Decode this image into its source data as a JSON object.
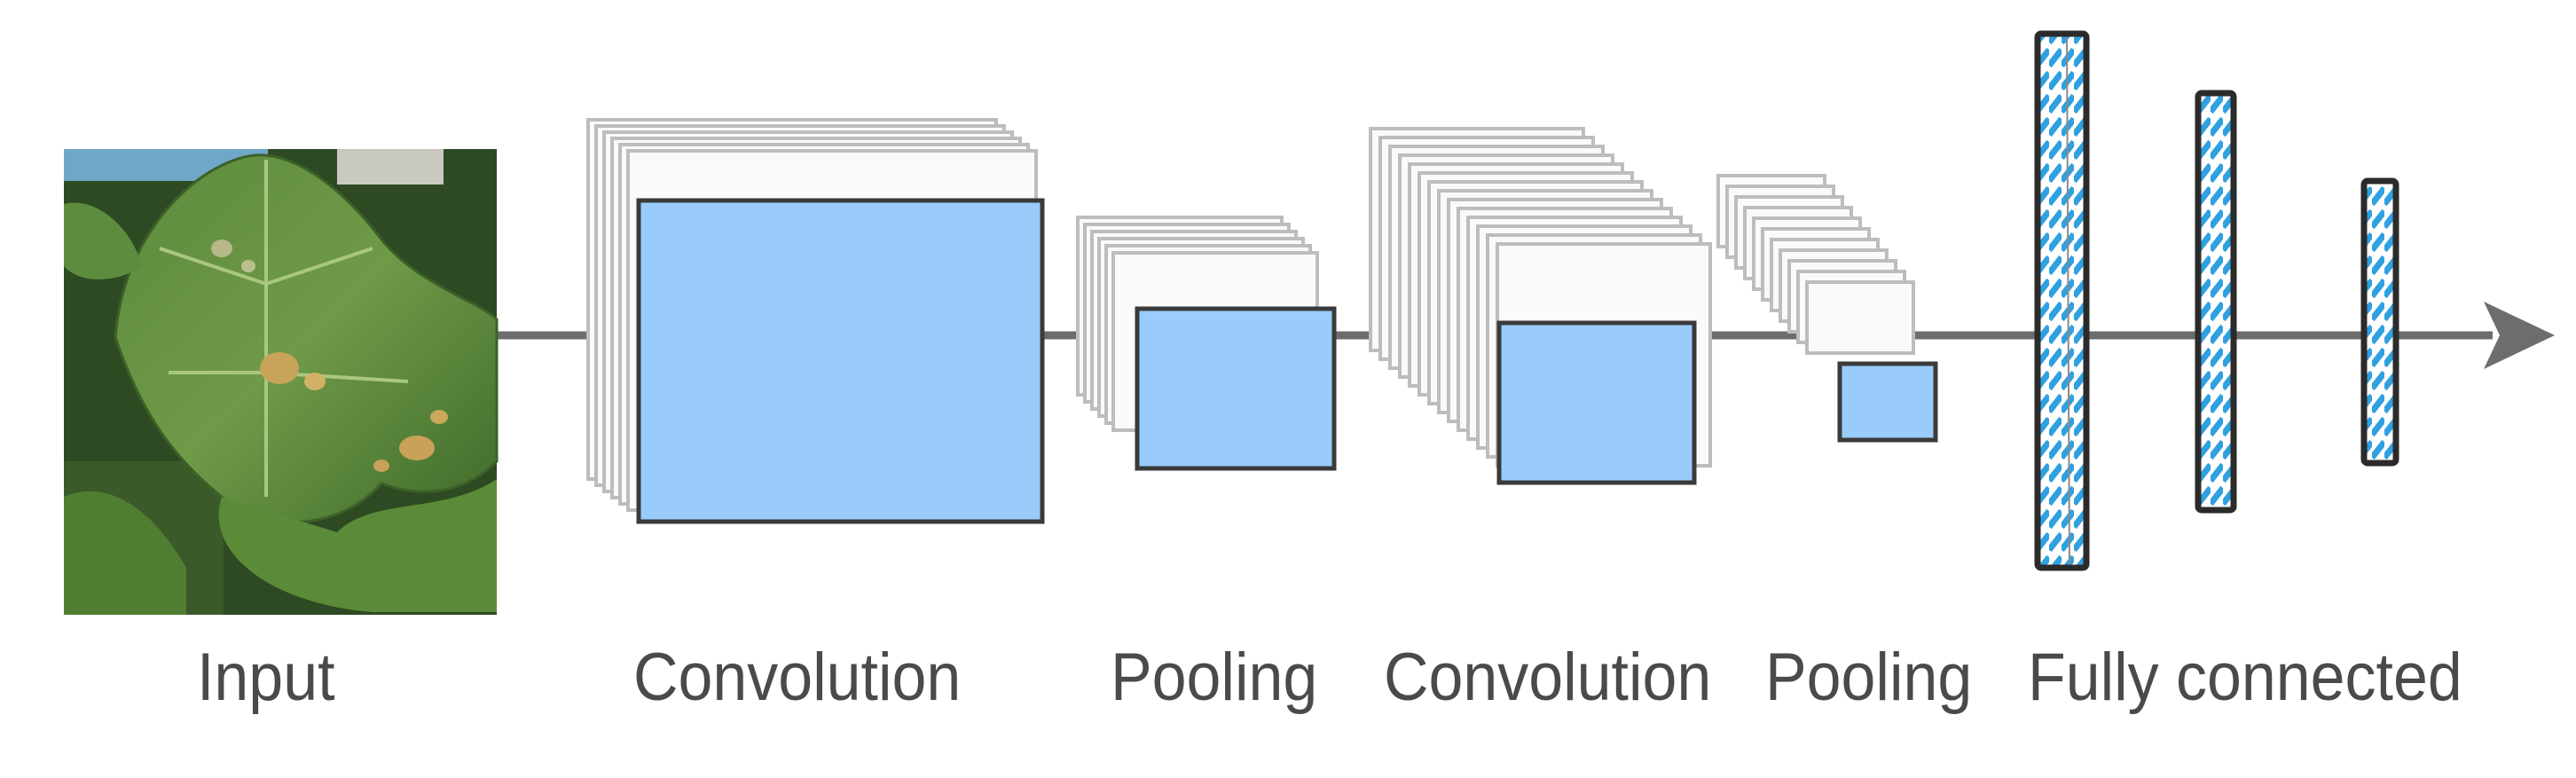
{
  "stages": [
    {
      "label": "Input",
      "kind": "input"
    },
    {
      "label": "Convolution",
      "kind": "convolution"
    },
    {
      "label": "Pooling",
      "kind": "pooling"
    },
    {
      "label": "Convolution",
      "kind": "convolution"
    },
    {
      "label": "Pooling",
      "kind": "pooling"
    },
    {
      "label": "Fully connected",
      "kind": "fully-connected"
    }
  ],
  "colors": {
    "feature_map": "#99ccfb",
    "stack_sheet": "#fafafa",
    "stack_edge": "#bdbdbd",
    "outline": "#3a3a3a",
    "arrow": "#6d6d6d",
    "fc_stripe": "#2fa0e0",
    "label": "#4a4a4a"
  },
  "icons": {
    "input_image": "leaf-photo",
    "flow": "arrow-right-icon"
  }
}
